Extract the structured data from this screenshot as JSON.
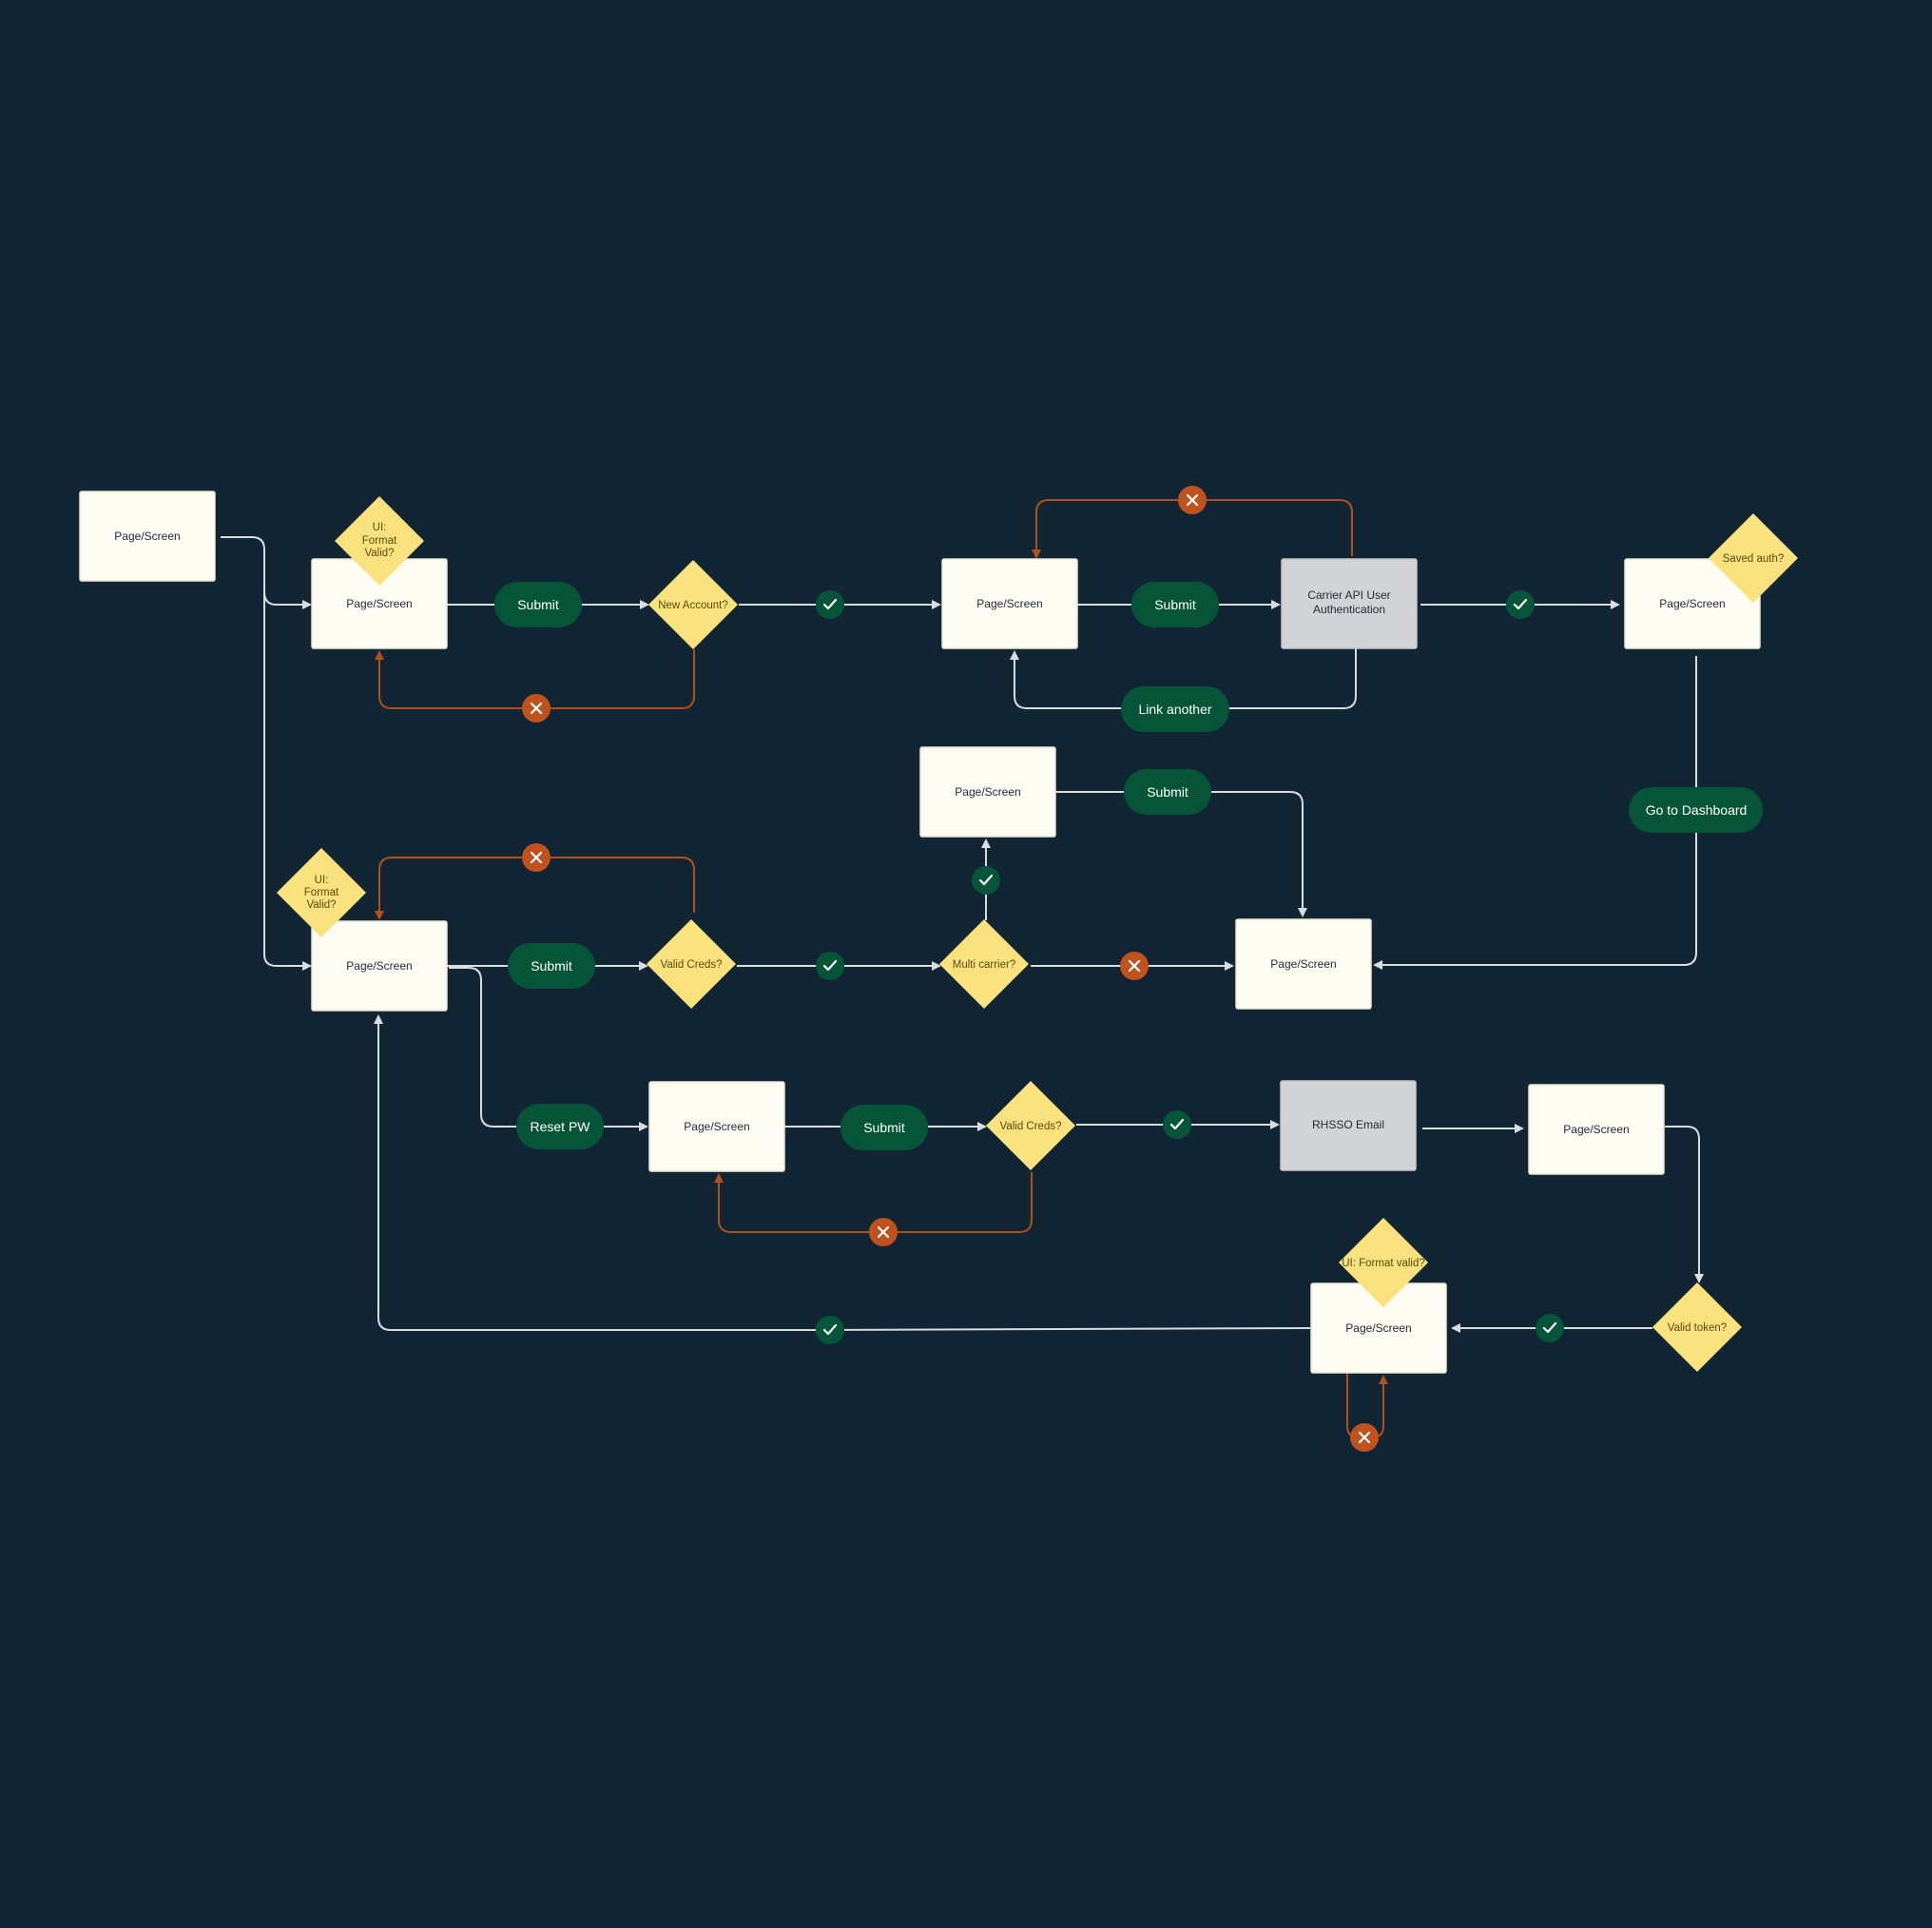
{
  "colors": {
    "background": "#112535",
    "page": "#fdfcf3",
    "service": "#d2d3d5",
    "decision": "#f9e27d",
    "action": "#075538",
    "success": "#075538",
    "failure": "#c0521e",
    "connector": "#d8dde0",
    "failure_connector": "#b0501c"
  },
  "icons": {
    "success": "check-icon",
    "failure": "x-icon"
  },
  "boxes": {
    "start": "Page/Screen",
    "signup": "Page/Screen",
    "link_carrier": "Page/Screen",
    "carrier_api": [
      "Carrier API User",
      "Authentication"
    ],
    "saved_auth_page": "Page/Screen",
    "login": "Page/Screen",
    "select_carrier": "Page/Screen",
    "dashboard": "Page/Screen",
    "reset_pw_page": "Page/Screen",
    "rhsso_email": "RHSSO Email",
    "email_page": "Page/Screen",
    "new_pw_page": "Page/Screen"
  },
  "decisions": {
    "format_valid_1": [
      "UI:",
      "Format",
      "Valid?"
    ],
    "new_account": "New Account?",
    "saved_auth": "Saved auth?",
    "format_valid_2": [
      "UI:",
      "Format",
      "Valid?"
    ],
    "valid_creds_1": "Valid Creds?",
    "multi_carrier": "Multi carrier?",
    "valid_creds_2": "Valid Creds?",
    "format_valid_3": "UI: Format valid?",
    "valid_token": "Valid token?"
  },
  "actions": {
    "submit_1": "Submit",
    "submit_2": "Submit",
    "link_another": "Link another",
    "submit_3": "Submit",
    "go_dashboard": "Go to Dashboard",
    "submit_4": "Submit",
    "reset_pw": "Reset PW",
    "submit_5": "Submit"
  }
}
